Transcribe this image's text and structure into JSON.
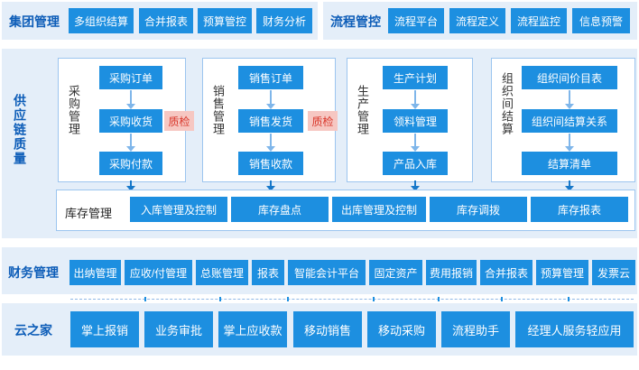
{
  "group": {
    "title": "集团管理",
    "items": [
      "多组织结算",
      "合并报表",
      "预算管控",
      "财务分析"
    ]
  },
  "process": {
    "title": "流程管控",
    "items": [
      "流程平台",
      "流程定义",
      "流程监控",
      "信息预警"
    ]
  },
  "supply": {
    "title": "供应链质量",
    "purchase": {
      "label": "采购管理",
      "steps": [
        "采购订单",
        "采购收货",
        "采购付款"
      ],
      "qc": "质检"
    },
    "sales": {
      "label": "销售管理",
      "steps": [
        "销售订单",
        "销售发货",
        "销售收款"
      ],
      "qc": "质检"
    },
    "production": {
      "label": "生产管理",
      "steps": [
        "生产计划",
        "领料管理",
        "产品入库"
      ]
    },
    "settlement": {
      "label": "组织间结算",
      "steps": [
        "组织间价目表",
        "组织间结算关系",
        "结算清单"
      ]
    },
    "inventory": {
      "label": "库存管理",
      "items": [
        "入库管理及控制",
        "库存盘点",
        "出库管理及控制",
        "库存调拨",
        "库存报表"
      ]
    }
  },
  "finance": {
    "title": "财务管理",
    "items": [
      "出纳管理",
      "应收/付管理",
      "总账管理",
      "报表",
      "智能会计平台",
      "固定资产",
      "费用报销",
      "合并报表",
      "预算管理",
      "发票云"
    ]
  },
  "cloud": {
    "title": "云之家",
    "items": [
      "掌上报销",
      "业务审批",
      "掌上应收款",
      "移动销售",
      "移动采购",
      "流程助手",
      "经理人服务轻应用"
    ]
  },
  "colors": {
    "panel": "#e4eef9",
    "button": "#1d8fe0",
    "title": "#0d5db8",
    "qc_bg": "#f6c7c2",
    "qc_text": "#d9372b"
  }
}
